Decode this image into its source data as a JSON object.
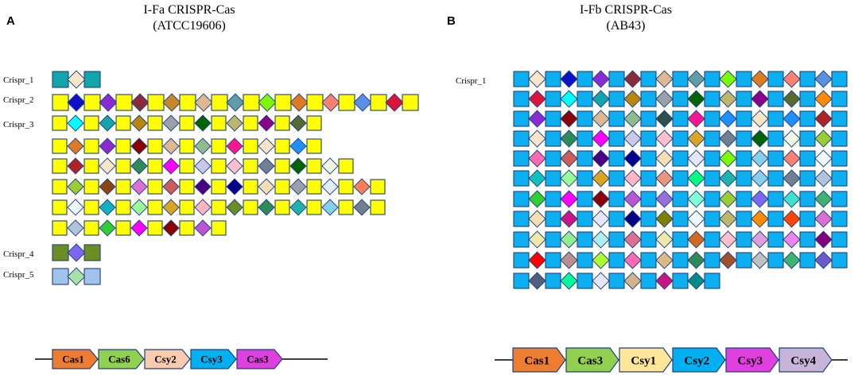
{
  "panels": {
    "A": {
      "letter": "A",
      "title_line1": "I-Fa CRISPR-Cas",
      "title_line2": "(ATCC19606)",
      "arrays": [
        {
          "label": "Crispr_1",
          "repeat_color": "#12A5AC",
          "rows": [
            [
              "#F6E6C6"
            ]
          ]
        },
        {
          "label": "Crispr_2",
          "repeat_color": "#FFFF00",
          "rows": [
            [
              "#1010C8",
              "#8A2BD2",
              "#8B2A3A",
              "#C8862A",
              "#DDB890",
              "#5F9EA8",
              "#7CFC00",
              "#E07A20",
              "#FF7F70",
              "#5A8FE6",
              "#DC143C"
            ]
          ]
        },
        {
          "label": "Crispr_3",
          "repeat_color": "#FFFF00",
          "rows": [
            [
              "#00FFFF",
              "#12A5AC",
              "#B8860B",
              "#9AA0A8",
              "#006400",
              "#BDB76B",
              "#8B008B",
              "#556B2F"
            ],
            [
              "#E07A20",
              "#8A2BD2",
              "#8B0000",
              "#DDB890",
              "#8FBC8F",
              "#FF1493",
              "#F6E6C6",
              "#1E90FF"
            ],
            [
              "#B22222",
              "#F6E6C6",
              "#2E8B57",
              "#FF00FF",
              "#C8C8E8",
              "#FFC0CB",
              "#708090",
              "#006400",
              "#F0F8E0"
            ],
            [
              "#9ACD32",
              "#8B4513",
              "#DA70D6",
              "#CD5C5C",
              "#4B0082",
              "#00008B",
              "#F5DEB3",
              "#9AA0A8",
              "#E0EEF8",
              "#FF7F50"
            ],
            [
              "#F0F8FF",
              "#12B0C0",
              "#98FB98",
              "#DAA520",
              "#FFB6C1",
              "#6B8E23",
              "#2E8B57",
              "#20B2AA",
              "#87CEEB",
              "#708090"
            ],
            [
              "#B0C4DE",
              "#32CD32",
              "#FF00FF",
              "#8B0000",
              "#BA55D3"
            ]
          ]
        },
        {
          "label": "Crispr_4",
          "repeat_color": "#6B8E23",
          "rows": [
            [
              "#7B68EE"
            ]
          ]
        },
        {
          "label": "Crispr_5",
          "repeat_color": "#A0C4EC",
          "rows": [
            [
              "#A8E0A8"
            ]
          ]
        }
      ],
      "genes": [
        {
          "name": "Cas1",
          "color": "#ED7D31"
        },
        {
          "name": "Cas6",
          "color": "#92D050"
        },
        {
          "name": "Csy2",
          "color": "#F8CBAD"
        },
        {
          "name": "Csy3",
          "color": "#00B0F0"
        },
        {
          "name": "Cas3",
          "color": "#E040E0"
        }
      ]
    },
    "B": {
      "letter": "B",
      "title_line1": "I-Fb CRISPR-Cas",
      "title_line2": "(AB43)",
      "arrays": [
        {
          "label": "Crispr_1",
          "repeat_color": "#0CB0F0",
          "rows": [
            [
              "#F6E6C6",
              "#1010C8",
              "#8A2BD2",
              "#8B2A3A",
              "#DDB890",
              "#5F9EA8",
              "#7CFC00",
              "#E07A20",
              "#FF7F70",
              "#5A8FE6"
            ],
            [
              "#DC143C",
              "#00FFFF",
              "#12A5AC",
              "#B8860B",
              "#9AA0A8",
              "#006400",
              "#BDB76B",
              "#8B008B",
              "#556B2F",
              "#FF8C00"
            ],
            [
              "#8A2BD2",
              "#8B0000",
              "#DDB890",
              "#8FBC8F",
              "#2F4F4F",
              "#FF1493",
              "#1E90FF",
              "#F6E6C6",
              "#1E90FF",
              "#B22222"
            ],
            [
              "#F6E6C6",
              "#2E8B57",
              "#FF00FF",
              "#C8C8E8",
              "#FFC0CB",
              "#DAA520",
              "#708090",
              "#006400",
              "#F0F8E0",
              "#9ACD32"
            ],
            [
              "#FF69B4",
              "#CD5C5C",
              "#4B0082",
              "#00008B",
              "#F5DEB3",
              "#E6E6FA",
              "#7CFC00",
              "#87CEEB",
              "#FF7F70",
              "#F0F8FF"
            ],
            [
              "#12C0C0",
              "#98FB98",
              "#DAA520",
              "#FFB6C1",
              "#E9967A",
              "#00FF7F",
              "#20B2AA",
              "#87CEEB",
              "#708090",
              "#B0C4DE"
            ],
            [
              "#32CD32",
              "#FF00FF",
              "#8B0000",
              "#BA55D3",
              "#9370DB",
              "#7FFFD4",
              "#9ACD32",
              "#7B68EE",
              "#40E0D0",
              "#3CB371"
            ],
            [
              "#F5DEB3",
              "#C71585",
              "#E6E6FA",
              "#000080",
              "#808000",
              "#F0F8FF",
              "#BDB76B",
              "#FF8C00",
              "#FF4500",
              "#DA70D6"
            ],
            [
              "#EEE8AA",
              "#90EE90",
              "#AFEEEE",
              "#DB7093",
              "#EEE8AA",
              "#D2691E",
              "#FFC0CB",
              "#DDA0DD",
              "#EE82EE",
              "#800080"
            ],
            [
              "#FF0000",
              "#BC8F8F",
              "#ADFF2F",
              "#FF69B4",
              "#DEB887",
              "#2E8B57",
              "#A0522D",
              "#C0C0C0",
              "#3CB371",
              "#6A5ACD"
            ],
            [
              "#4F5F7F",
              "#00FA9A",
              "#E6E6FA",
              "#D2B48C",
              "#C71585",
              "#008B8B"
            ]
          ]
        }
      ],
      "genes": [
        {
          "name": "Cas1",
          "color": "#ED7D31"
        },
        {
          "name": "Cas3",
          "color": "#92D050"
        },
        {
          "name": "Csy1",
          "color": "#FFE699"
        },
        {
          "name": "Csy2",
          "color": "#00B0F0"
        },
        {
          "name": "Csy3",
          "color": "#E040E0"
        },
        {
          "name": "Csy4",
          "color": "#C8B4D8"
        }
      ]
    }
  }
}
